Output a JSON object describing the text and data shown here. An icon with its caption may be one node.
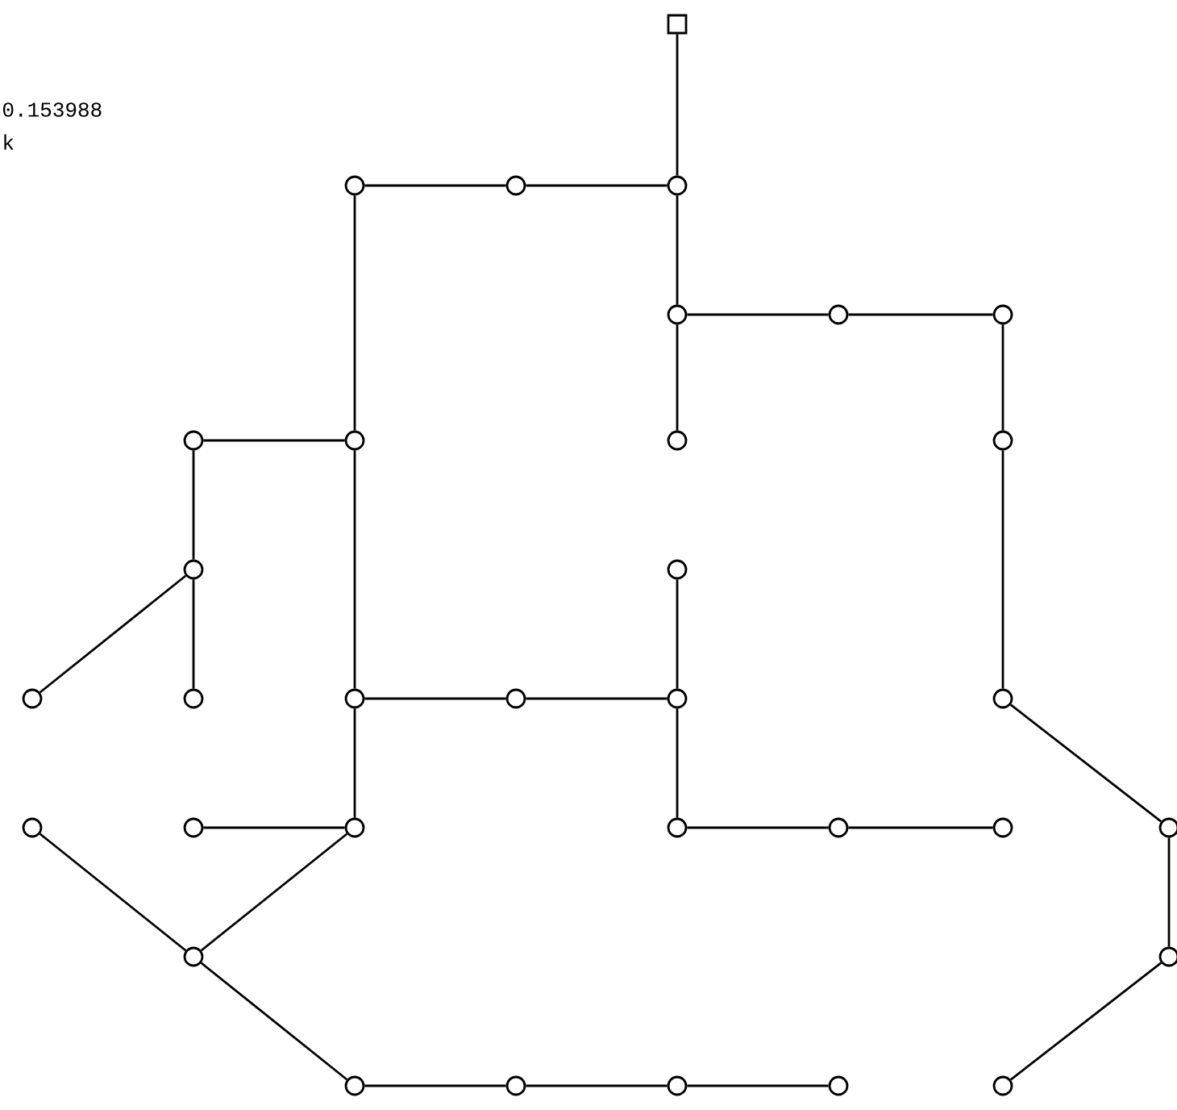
{
  "diagram": {
    "nodes": [
      {
        "text": [],
        "shape": "box"
      },
      {
        "text": [],
        "shape": "circle"
      },
      {
        "text": [],
        "shape": "circle"
      },
      {
        "text": [],
        "shape": "circle"
      },
      {
        "text": [],
        "shape": "circle"
      },
      {
        "text": [],
        "shape": "circle"
      },
      {
        "text": [],
        "shape": "circle"
      },
      {
        "text": [],
        "shape": "circle"
      },
      {
        "text": [],
        "shape": "circle"
      },
      {
        "text": [],
        "shape": "circle"
      },
      {
        "text": [],
        "shape": "circle"
      },
      {
        "text": [],
        "shape": "circle"
      },
      {
        "text": [],
        "shape": "circle"
      },
      {
        "text": [],
        "shape": "circle"
      },
      {
        "text": [],
        "shape": "circle"
      },
      {
        "text": [],
        "shape": "circle"
      },
      {
        "text": [],
        "shape": "circle"
      },
      {
        "text": [],
        "shape": "circle"
      },
      {
        "text": [],
        "shape": "circle"
      },
      {
        "text": [],
        "shape": "circle"
      },
      {
        "text": [],
        "shape": "circle"
      },
      {
        "text": [],
        "shape": "circle"
      },
      {
        "text": [],
        "shape": "circle"
      },
      {
        "text": [],
        "shape": "circle"
      },
      {
        "text": [],
        "shape": "circle"
      },
      {
        "text": [],
        "shape": "circle"
      },
      {
        "text": [],
        "shape": "circle"
      },
      {
        "text": [],
        "shape": "circle"
      },
      {
        "text": [],
        "shape": "circle"
      },
      {
        "text": [],
        "shape": "circle"
      },
      {
        "text": [],
        "shape": "circle"
      },
      {
        "text": [],
        "shape": "circle"
      },
      {
        "text": [],
        "shape": "circle"
      }
    ],
    "edges": [
      {
        "from": 0,
        "to": 3,
        "arrow": "none"
      },
      {
        "from": 3,
        "to": 2,
        "arrow": "none"
      },
      {
        "from": 2,
        "to": 1,
        "arrow": "none"
      },
      {
        "from": 1,
        "to": 8,
        "arrow": "none"
      },
      {
        "from": 3,
        "to": 4,
        "arrow": "none"
      },
      {
        "from": 4,
        "to": 5,
        "arrow": "none"
      },
      {
        "from": 5,
        "to": 6,
        "arrow": "none"
      },
      {
        "from": 6,
        "to": 10,
        "arrow": "none"
      },
      {
        "from": 4,
        "to": 9,
        "arrow": "none"
      },
      {
        "from": 8,
        "to": 7,
        "arrow": "none"
      },
      {
        "from": 7,
        "to": 11,
        "arrow": "none"
      },
      {
        "from": 11,
        "to": 13,
        "arrow": "none"
      },
      {
        "from": 11,
        "to": 14,
        "arrow": "none"
      },
      {
        "from": 8,
        "to": 15,
        "arrow": "none"
      },
      {
        "from": 15,
        "to": 16,
        "arrow": "none"
      },
      {
        "from": 16,
        "to": 17,
        "arrow": "none"
      },
      {
        "from": 12,
        "to": 17,
        "arrow": "none"
      },
      {
        "from": 17,
        "to": 22,
        "arrow": "none"
      },
      {
        "from": 22,
        "to": 23,
        "arrow": "none"
      },
      {
        "from": 23,
        "to": 24,
        "arrow": "none"
      },
      {
        "from": 15,
        "to": 21,
        "arrow": "none"
      },
      {
        "from": 21,
        "to": 20,
        "arrow": "none"
      },
      {
        "from": 21,
        "to": 26,
        "arrow": "none"
      },
      {
        "from": 19,
        "to": 26,
        "arrow": "none"
      },
      {
        "from": 26,
        "to": 28,
        "arrow": "none"
      },
      {
        "from": 28,
        "to": 29,
        "arrow": "none"
      },
      {
        "from": 29,
        "to": 30,
        "arrow": "none"
      },
      {
        "from": 30,
        "to": 31,
        "arrow": "none"
      },
      {
        "from": 10,
        "to": 18,
        "arrow": "none"
      },
      {
        "from": 18,
        "to": 25,
        "arrow": "none"
      },
      {
        "from": 25,
        "to": 27,
        "arrow": "none"
      },
      {
        "from": 27,
        "to": 32,
        "arrow": "none"
      }
    ],
    "labels": [
      "0.153988",
      "k"
    ]
  }
}
